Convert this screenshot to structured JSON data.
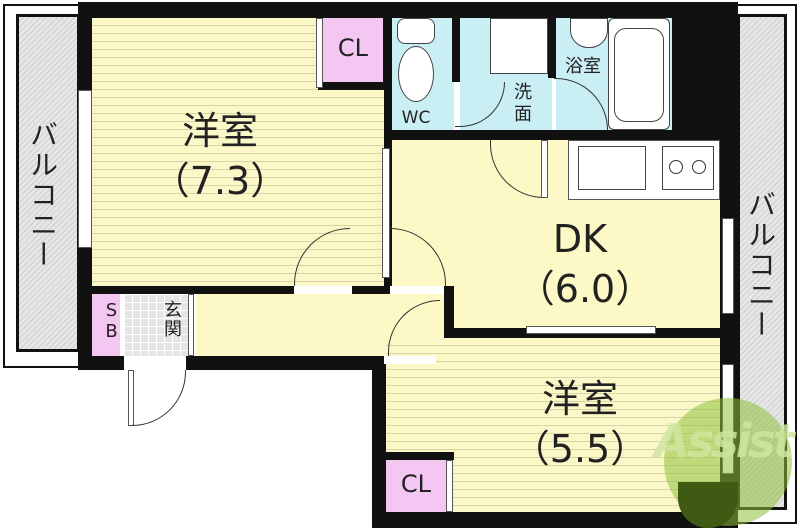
{
  "floor_plan": {
    "rooms": {
      "western_room_1": {
        "name": "洋室",
        "size": "（7.3）"
      },
      "western_room_2": {
        "name": "洋室",
        "size": "（5.5）"
      },
      "dining_kitchen": {
        "name": "DK",
        "size": "（6.0）"
      },
      "toilet": {
        "name": "WC"
      },
      "washroom": {
        "name": "洗面"
      },
      "bathroom": {
        "name": "浴室"
      },
      "entrance": {
        "name": "玄関"
      },
      "shoe_box": {
        "name": "SB"
      },
      "closet_1": {
        "name": "CL"
      },
      "closet_2": {
        "name": "CL"
      },
      "balcony_left": {
        "name": "バルコニー"
      },
      "balcony_right": {
        "name": "バルコニー"
      }
    },
    "watermark": {
      "text": "Assist"
    },
    "colors": {
      "wall": "#111111",
      "floor_wood": "#fbf8c8",
      "wet_area": "#c9eef4",
      "closet": "#f4c6f2",
      "balcony": "#e6e6e6",
      "watermark_green": "#8fbf3a",
      "watermark_dark": "#3f5a12",
      "watermark_red": "#e05a4a"
    }
  }
}
